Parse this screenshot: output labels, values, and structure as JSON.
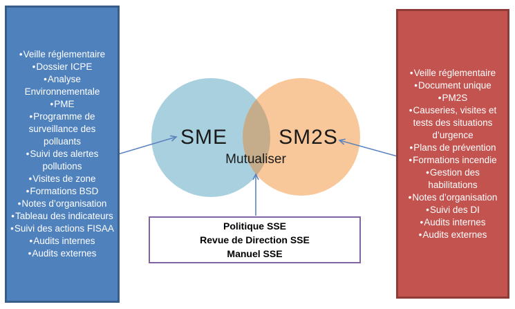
{
  "colors": {
    "left_panel_fill": "#4F81BD",
    "left_panel_border": "#385D8A",
    "right_panel_fill": "#C2534F",
    "right_panel_border": "#8E3A37",
    "circle_left_fill": "#A9D0DE",
    "circle_right_fill": "#F9C89A",
    "overlap_fill": "#C5AC8A",
    "arrow_color": "#5C83BE",
    "box_border": "#8064A2"
  },
  "left_panel": {
    "items": [
      "Veille réglementaire",
      "Dossier ICPE",
      "Analyse Environnementale",
      "PME",
      "Programme de surveillance des polluants",
      "Suivi des alertes pollutions",
      "Visites de zone",
      "Formations BSD",
      "Notes d’organisation",
      "Tableau des indicateurs",
      "Suivi des actions FISAA",
      "Audits internes",
      "Audits externes"
    ]
  },
  "right_panel": {
    "items": [
      "Veille réglementaire",
      "Document unique",
      "PM2S",
      "Causeries, visites et tests des situations d’urgence",
      "Plans de prévention",
      "Formations incendie",
      "Gestion des habilitations",
      "Notes d’organisation",
      "Suivi des DI",
      "Audits internes",
      "Audits externes"
    ]
  },
  "venn": {
    "left_circle_label": "SME",
    "right_circle_label": "SM2S",
    "overlap_label": "Mutualiser"
  },
  "shared_box": {
    "lines": [
      "Politique SSE",
      "Revue de Direction SSE",
      "Manuel SSE"
    ]
  }
}
